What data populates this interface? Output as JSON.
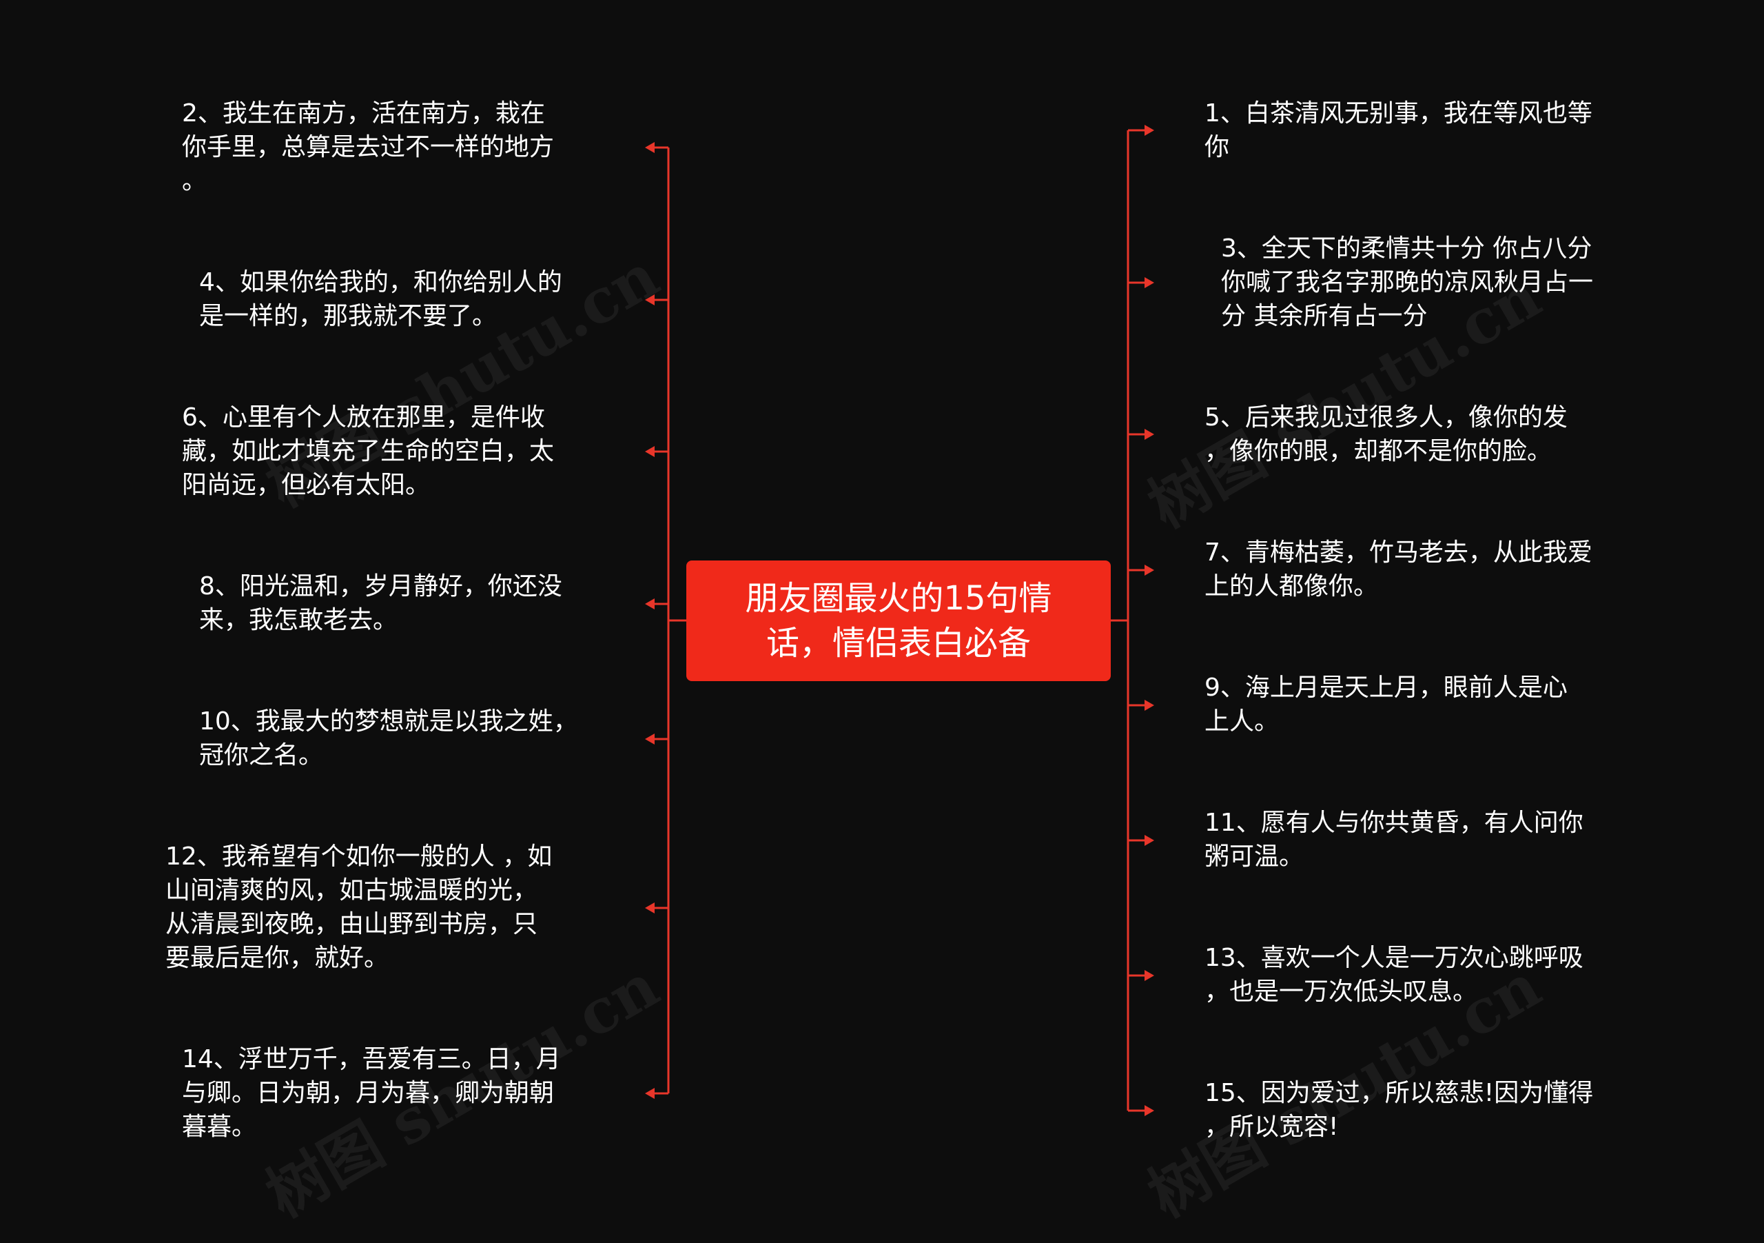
{
  "center": {
    "text": "朋友圈最火的15句情话，情侣表白必备"
  },
  "left_items": [
    {
      "text": "2、我生在南方，活在南方，栽在\n你手里，总算是去过不一样的地方\n。"
    },
    {
      "text": "4、如果你给我的，和你给别人的\n是一样的，那我就不要了。"
    },
    {
      "text": "6、心里有个人放在那里，是件收\n藏，如此才填充了生命的空白，太\n阳尚远，但必有太阳。"
    },
    {
      "text": "8、阳光温和，岁月静好，你还没\n来，我怎敢老去。"
    },
    {
      "text": "10、我最大的梦想就是以我之姓，\n冠你之名。"
    },
    {
      "text": "12、我希望有个如你一般的人 ，如\n山间清爽的风，如古城温暖的光，\n从清晨到夜晚，由山野到书房，只\n要最后是你，就好。"
    },
    {
      "text": "14、浮世万千，吾爱有三。日，月\n与卿。日为朝，月为暮，卿为朝朝\n暮暮。"
    }
  ],
  "right_items": [
    {
      "text": "1、白茶清风无别事，我在等风也等\n你"
    },
    {
      "text": "3、全天下的柔情共十分 你占八分\n你喊了我名字那晚的凉风秋月占一\n分 其余所有占一分"
    },
    {
      "text": "5、后来我见过很多人，像你的发\n，像你的眼，却都不是你的脸。"
    },
    {
      "text": "7、青梅枯萎，竹马老去，从此我爱\n上的人都像你。"
    },
    {
      "text": "9、海上月是天上月，眼前人是心\n上人。"
    },
    {
      "text": "11、愿有人与你共黄昏，有人问你\n粥可温。"
    },
    {
      "text": "13、喜欢一个人是一万次心跳呼吸\n，也是一万次低头叹息。"
    },
    {
      "text": "15、因为爱过，所以慈悲!因为懂得\n，所以宽容!"
    }
  ],
  "watermark": {
    "text": "树图 shutu.cn"
  },
  "colors": {
    "background": "#0d0d0d",
    "accent": "#f0291a",
    "line": "#e8362a",
    "text": "#ffffff"
  }
}
